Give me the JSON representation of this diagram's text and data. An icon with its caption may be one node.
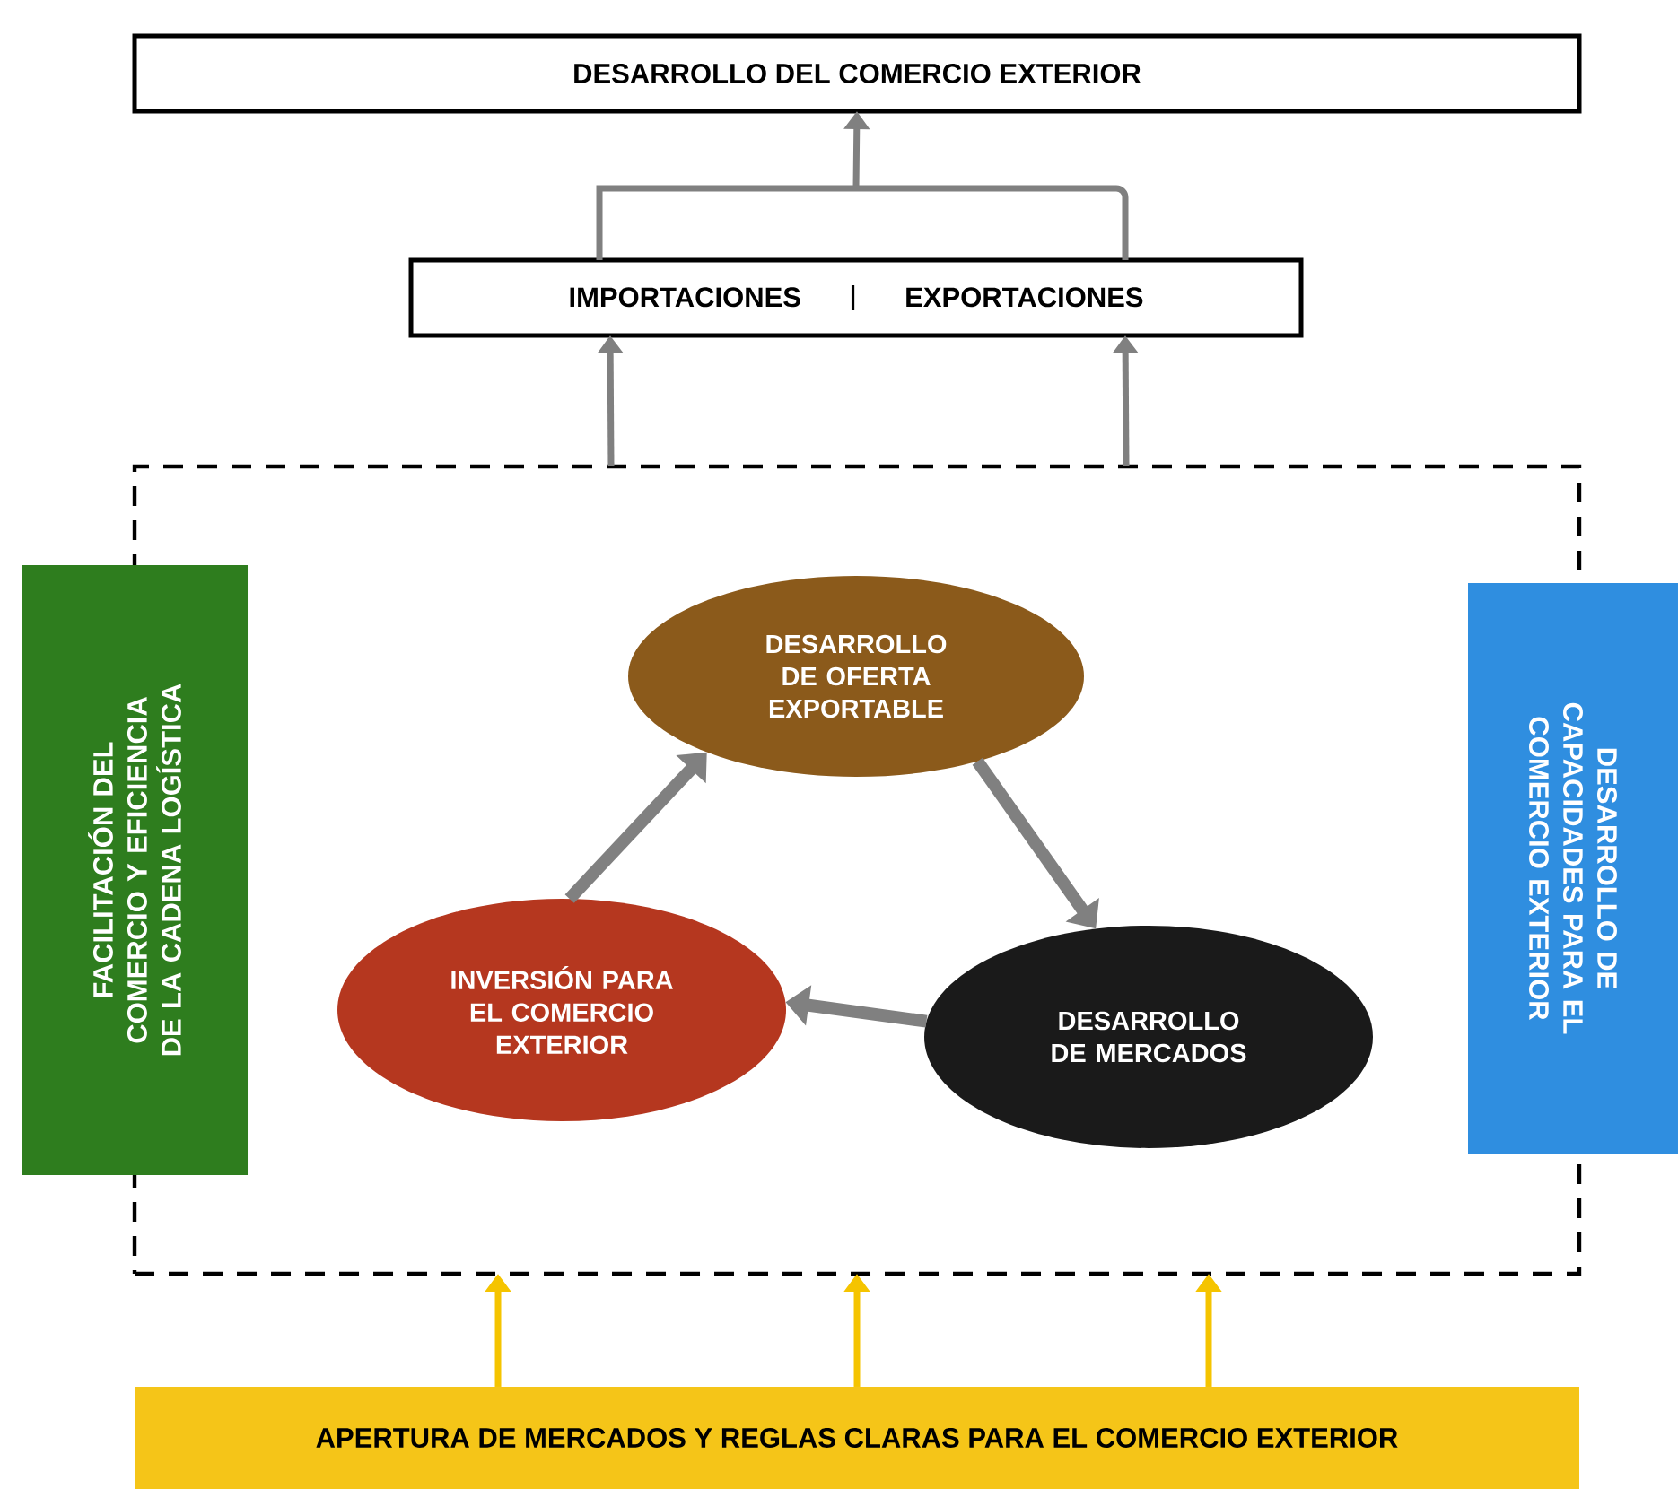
{
  "diagram": {
    "nodes": [
      {
        "text": [
          "DESARROLLO DEL COMERCIO EXTERIOR"
        ]
      },
      {
        "text": [
          "IMPORTACIONES",
          "EXPORTACIONES"
        ]
      },
      {
        "text": [],
        "shape": "box"
      },
      {
        "text": [
          "DESARROLLO DE OFERTA EXPORTABLE"
        ],
        "in": 2
      },
      {
        "text": [
          "DESARROLLO DE MERCADOS"
        ],
        "in": 2
      },
      {
        "text": [
          "INVERSIÓN PARA EL COMERCIO EXTERIOR"
        ],
        "in": 2
      },
      {
        "text": [
          "FACILITACIÓN DEL COMERCIO Y EFICIENCIA DE LA CADENA LOGÍSTICA"
        ]
      },
      {
        "text": [
          "DESARROLLO DE CAPACIDADES PARA EL COMERCIO EXTERIOR"
        ]
      },
      {
        "text": [
          "APERTURA DE MERCADOS Y REGLAS CLARAS PARA EL COMERCIO EXTERIOR"
        ]
      }
    ],
    "edges": [
      {
        "from": 1,
        "to": 0,
        "arrow": "to"
      },
      {
        "from": 2,
        "to": 1,
        "arrow": "to"
      },
      {
        "from": 2,
        "to": 1,
        "arrow": "to"
      },
      {
        "from": 3,
        "to": 4,
        "arrow": "to",
        "style": "thick"
      },
      {
        "from": 4,
        "to": 5,
        "arrow": "to",
        "style": "thick"
      },
      {
        "from": 5,
        "to": 3,
        "arrow": "to",
        "style": "thick"
      },
      {
        "from": 8,
        "to": 2,
        "arrow": "to",
        "color": "#f5c400"
      },
      {
        "from": 8,
        "to": 2,
        "arrow": "to",
        "color": "#f5c400"
      },
      {
        "from": 8,
        "to": 2,
        "arrow": "to",
        "color": "#f5c400"
      }
    ]
  }
}
